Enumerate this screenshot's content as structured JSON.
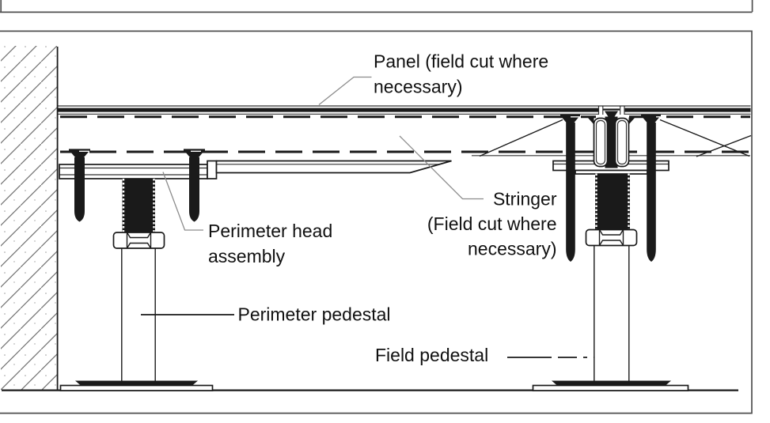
{
  "diagram": {
    "description": "Raised access floor perimeter detail section",
    "labels": {
      "panel": [
        "Panel (field cut where",
        "necessary)"
      ],
      "stringer": [
        "Stringer",
        "(Field cut where",
        "necessary)"
      ],
      "perimeter_head": [
        "Perimeter head",
        "assembly"
      ],
      "perimeter_pedestal": "Perimeter pedestal",
      "field_pedestal": "Field pedestal"
    },
    "colors": {
      "line": "#1a1a1a",
      "leader": "#8c8c8c",
      "border": "#4f4f4f",
      "hatch": "#707070",
      "text": "#111111",
      "background": "#ffffff"
    }
  }
}
